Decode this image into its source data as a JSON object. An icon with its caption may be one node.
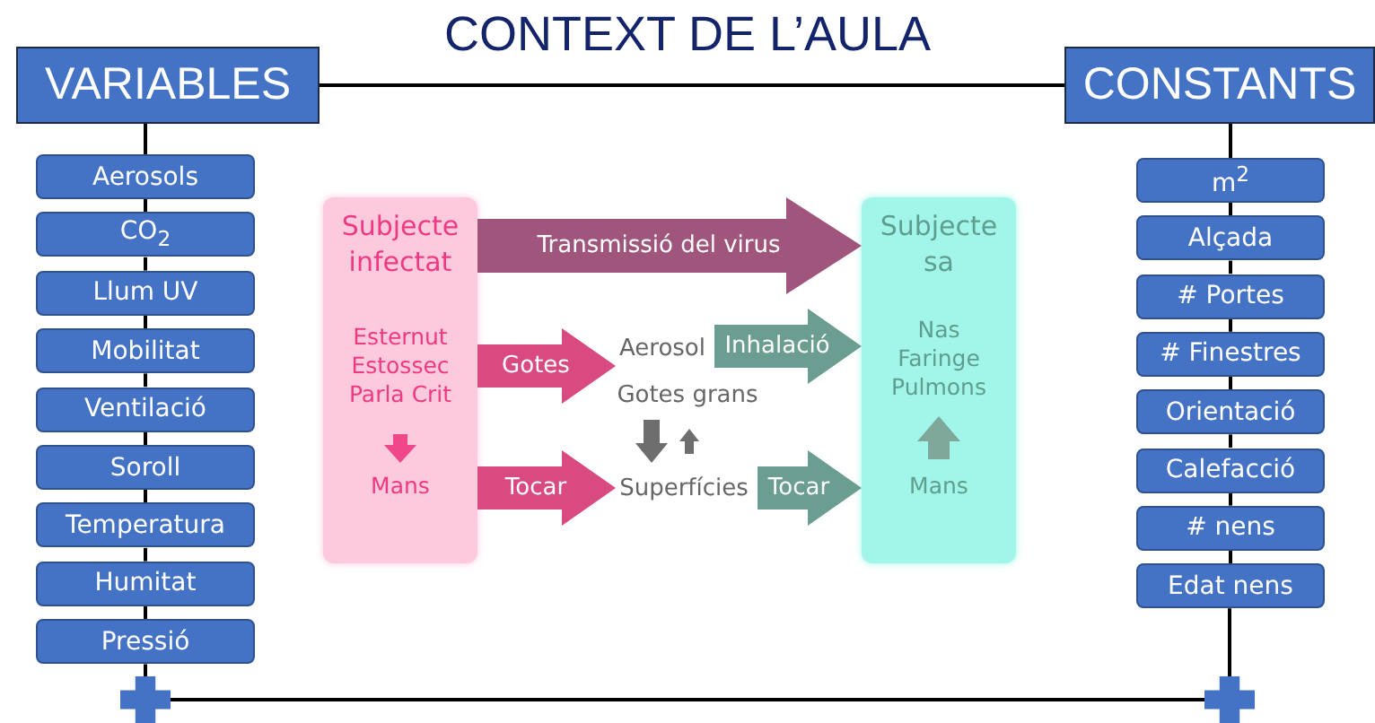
{
  "diagram": {
    "title": "CONTEXT DE L’AULA",
    "nodes": [
      {
        "text": [
          "VARIABLES"
        ]
      },
      {
        "text": [
          "CONSTANTS"
        ]
      },
      {
        "text": [
          "Aerosols"
        ]
      },
      {
        "text": [
          "CO$_{2}$"
        ]
      },
      {
        "text": [
          "Llum UV"
        ]
      },
      {
        "text": [
          "Mobilitat"
        ]
      },
      {
        "text": [
          "Ventilació"
        ]
      },
      {
        "text": [
          "Soroll"
        ]
      },
      {
        "text": [
          "Temperatura"
        ]
      },
      {
        "text": [
          "Humitat"
        ]
      },
      {
        "text": [
          "Pressió"
        ]
      },
      {
        "text": [
          "m$^{2}$"
        ]
      },
      {
        "text": [
          "Alçada"
        ]
      },
      {
        "text": [
          "# Portes"
        ]
      },
      {
        "text": [
          "# Finestres"
        ]
      },
      {
        "text": [
          "Orientació"
        ]
      },
      {
        "text": [
          "Calefacció"
        ]
      },
      {
        "text": [
          "# nens"
        ]
      },
      {
        "text": [
          "Edat nens"
        ]
      },
      {
        "text": [],
        "shape": "cross"
      },
      {
        "text": [],
        "shape": "cross"
      },
      {
        "text": [
          "Subjecte infectat"
        ]
      },
      {
        "text": [
          "Esternut Estossec Parla Crit"
        ],
        "in": 21
      },
      {
        "text": [
          "Mans"
        ],
        "in": 21
      },
      {
        "text": [
          "Subjecte sa"
        ]
      },
      {
        "text": [
          "Nas Faringe Pulmons"
        ],
        "in": 24
      },
      {
        "text": [
          "Mans"
        ],
        "in": 24
      },
      {
        "text": [
          "Aerosol"
        ]
      },
      {
        "text": [
          "Gotes grans"
        ]
      },
      {
        "text": [
          "Superfícies"
        ]
      }
    ],
    "edges": [
      {
        "from": 0,
        "to": 1,
        "arrow": "none"
      },
      {
        "from": 0,
        "to": 2,
        "arrow": "none"
      },
      {
        "from": 2,
        "to": 3,
        "arrow": "none"
      },
      {
        "from": 3,
        "to": 4,
        "arrow": "none"
      },
      {
        "from": 4,
        "to": 5,
        "arrow": "none"
      },
      {
        "from": 5,
        "to": 6,
        "arrow": "none"
      },
      {
        "from": 6,
        "to": 7,
        "arrow": "none"
      },
      {
        "from": 7,
        "to": 8,
        "arrow": "none"
      },
      {
        "from": 8,
        "to": 9,
        "arrow": "none"
      },
      {
        "from": 9,
        "to": 10,
        "arrow": "none"
      },
      {
        "from": 10,
        "to": 19,
        "arrow": "none"
      },
      {
        "from": 1,
        "to": 11,
        "arrow": "none"
      },
      {
        "from": 11,
        "to": 12,
        "arrow": "none"
      },
      {
        "from": 12,
        "to": 13,
        "arrow": "none"
      },
      {
        "from": 13,
        "to": 14,
        "arrow": "none"
      },
      {
        "from": 14,
        "to": 15,
        "arrow": "none"
      },
      {
        "from": 15,
        "to": 16,
        "arrow": "none"
      },
      {
        "from": 16,
        "to": 17,
        "arrow": "none"
      },
      {
        "from": 17,
        "to": 18,
        "arrow": "none"
      },
      {
        "from": 18,
        "to": 20,
        "arrow": "none"
      },
      {
        "from": 19,
        "to": 20,
        "arrow": "none"
      },
      {
        "from": 21,
        "to": 24,
        "arrow": "to",
        "label": "Transmissió del virus",
        "style": "thick",
        "color": "#a0567c"
      },
      {
        "from": 22,
        "to": 27,
        "arrow": "to",
        "label": "Gotes",
        "style": "thick",
        "color": "#d84a80"
      },
      {
        "from": 27,
        "to": 25,
        "arrow": "to",
        "label": "Inhalació",
        "style": "thick",
        "color": "#6b9e90"
      },
      {
        "from": 23,
        "to": 29,
        "arrow": "to",
        "label": "Tocar",
        "style": "thick",
        "color": "#d84a80"
      },
      {
        "from": 29,
        "to": 26,
        "arrow": "to",
        "label": "Tocar",
        "style": "thick",
        "color": "#6b9e90"
      },
      {
        "from": 22,
        "to": 23,
        "arrow": "to",
        "style": "thick",
        "color": "#f0468a"
      },
      {
        "from": 28,
        "to": 29,
        "arrow": "to",
        "style": "thick",
        "color": "#6e6e6e"
      },
      {
        "from": 29,
        "to": 28,
        "arrow": "to",
        "style": "thick",
        "color": "#6e6e6e"
      },
      {
        "from": 26,
        "to": 25,
        "arrow": "to",
        "style": "thick",
        "color": "#7fa89b"
      }
    ]
  }
}
